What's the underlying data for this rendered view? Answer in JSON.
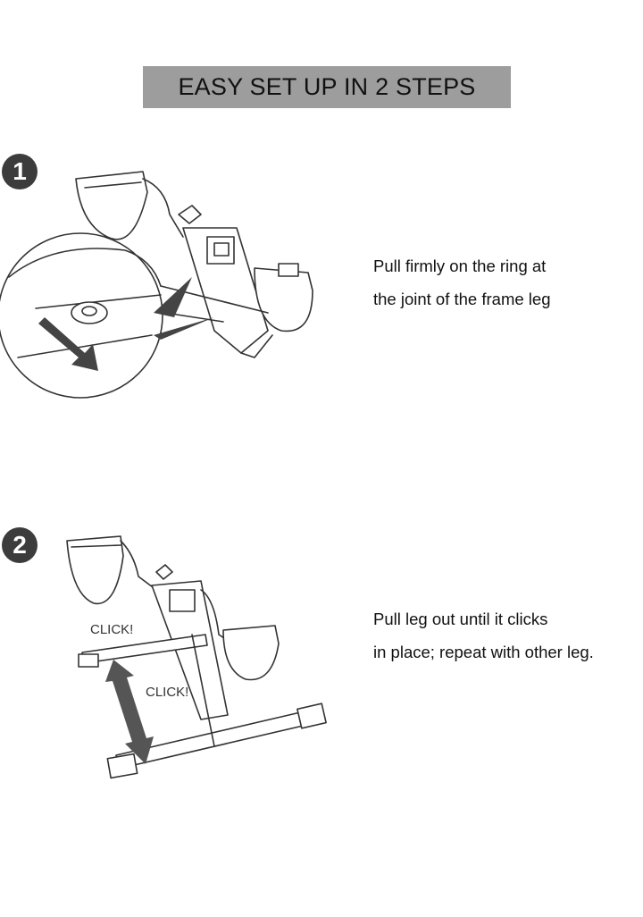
{
  "title": "EASY SET UP IN 2 STEPS",
  "steps": [
    {
      "number": "1",
      "lines": [
        "Pull firmly on the ring at",
        "the joint of the frame leg"
      ]
    },
    {
      "number": "2",
      "lines": [
        "Pull leg out until it clicks",
        "in place; repeat with other leg."
      ],
      "callouts": [
        "CLICK!",
        "CLICK!"
      ]
    }
  ]
}
